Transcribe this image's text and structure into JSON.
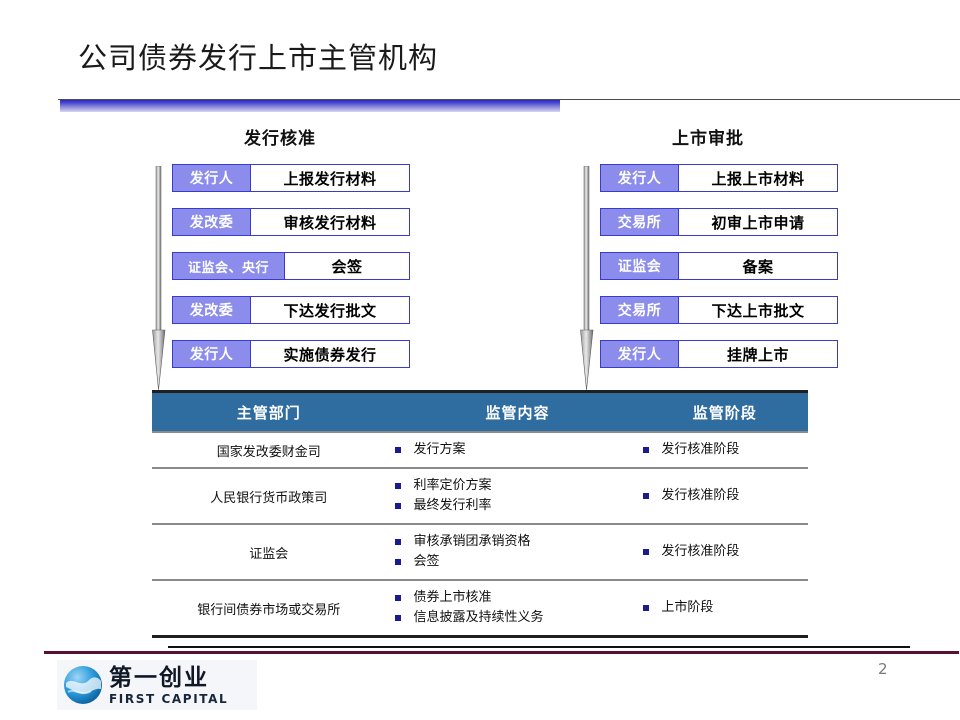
{
  "slide": {
    "title": "公司债券发行上市主管机构",
    "page_number": "2",
    "accent_bar_color": "#2b2bbf",
    "footer_rule_color": "#5a1033"
  },
  "flows": [
    {
      "heading": "发行核准",
      "arrow_icon": "down-arrow-icon",
      "steps": [
        {
          "actor": "发行人",
          "action": "上报发行材料",
          "wide": false
        },
        {
          "actor": "发改委",
          "action": "审核发行材料",
          "wide": false
        },
        {
          "actor": "证监会、央行",
          "action": "会签",
          "wide": true
        },
        {
          "actor": "发改委",
          "action": "下达发行批文",
          "wide": false
        },
        {
          "actor": "发行人",
          "action": "实施债券发行",
          "wide": false
        }
      ]
    },
    {
      "heading": "上市审批",
      "arrow_icon": "down-arrow-icon",
      "steps": [
        {
          "actor": "发行人",
          "action": "上报上市材料",
          "wide": false
        },
        {
          "actor": "交易所",
          "action": "初审上市申请",
          "wide": false
        },
        {
          "actor": "证监会",
          "action": "备案",
          "wide": false
        },
        {
          "actor": "交易所",
          "action": "下达上市批文",
          "wide": false
        },
        {
          "actor": "发行人",
          "action": "挂牌上市",
          "wide": false
        }
      ]
    }
  ],
  "table": {
    "header_color": "#2f6ca0",
    "bullet_color": "#1b1b8f",
    "columns": [
      "主管部门",
      "监管内容",
      "监管阶段"
    ],
    "rows": [
      {
        "dept": "国家发改委财金司",
        "content": [
          "发行方案"
        ],
        "stage": [
          "发行核准阶段"
        ]
      },
      {
        "dept": "人民银行货币政策司",
        "content": [
          "利率定价方案",
          "最终发行利率"
        ],
        "stage": [
          "发行核准阶段"
        ]
      },
      {
        "dept": "证监会",
        "content": [
          "审核承销团承销资格",
          "会签"
        ],
        "stage": [
          "发行核准阶段"
        ]
      },
      {
        "dept": "银行间债券市场或交易所",
        "content": [
          "债券上市核准",
          "信息披露及持续性义务"
        ],
        "stage": [
          "上市阶段"
        ]
      }
    ]
  },
  "logo": {
    "icon": "globe-icon",
    "name_cn": "第一创业",
    "name_en": "FIRST CAPITAL"
  }
}
